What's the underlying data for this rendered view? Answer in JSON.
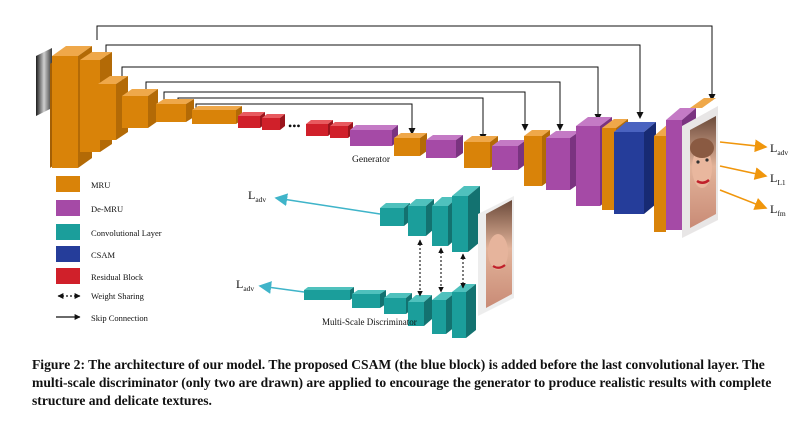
{
  "figure": {
    "generator_label": "Generator",
    "discriminator_label": "Multi-Scale Discriminator",
    "dots": "•••",
    "losses_generator": [
      {
        "base": "L",
        "sub": "adv"
      },
      {
        "base": "L",
        "sub": "L1"
      },
      {
        "base": "L",
        "sub": "fm"
      }
    ],
    "losses_discriminator": [
      {
        "base": "L",
        "sub": "adv"
      },
      {
        "base": "L",
        "sub": "adv"
      }
    ],
    "legend": [
      {
        "label": "MRU",
        "color": "#d98309"
      },
      {
        "label": "De-MRU",
        "color": "#a54aa6"
      },
      {
        "label": "Convolutional Layer",
        "color": "#1b9e9b"
      },
      {
        "label": "CSAM",
        "color": "#253d9a"
      },
      {
        "label": "Residual Block",
        "color": "#d0202a"
      },
      {
        "label": "Weight Sharing",
        "icon": "double-dashed-arrow"
      },
      {
        "label": "Skip Connection",
        "icon": "solid-arrow"
      }
    ],
    "colors": {
      "mru": "#d98309",
      "de_mru": "#a54aa6",
      "conv": "#1b9e9b",
      "csam": "#253d9a",
      "residual": "#d0202a",
      "loss_arrow_generator": "#f0960c",
      "loss_arrow_discriminator": "#3fb4c9"
    }
  },
  "caption": {
    "lead": "Figure 2: The architecture of our model.",
    "text": " The proposed CSAM (the blue block) is added before the last convolutional layer. The multi-scale discriminator (only two are drawn) are applied to encourage the generator to produce realistic results with complete structure and delicate textures."
  }
}
